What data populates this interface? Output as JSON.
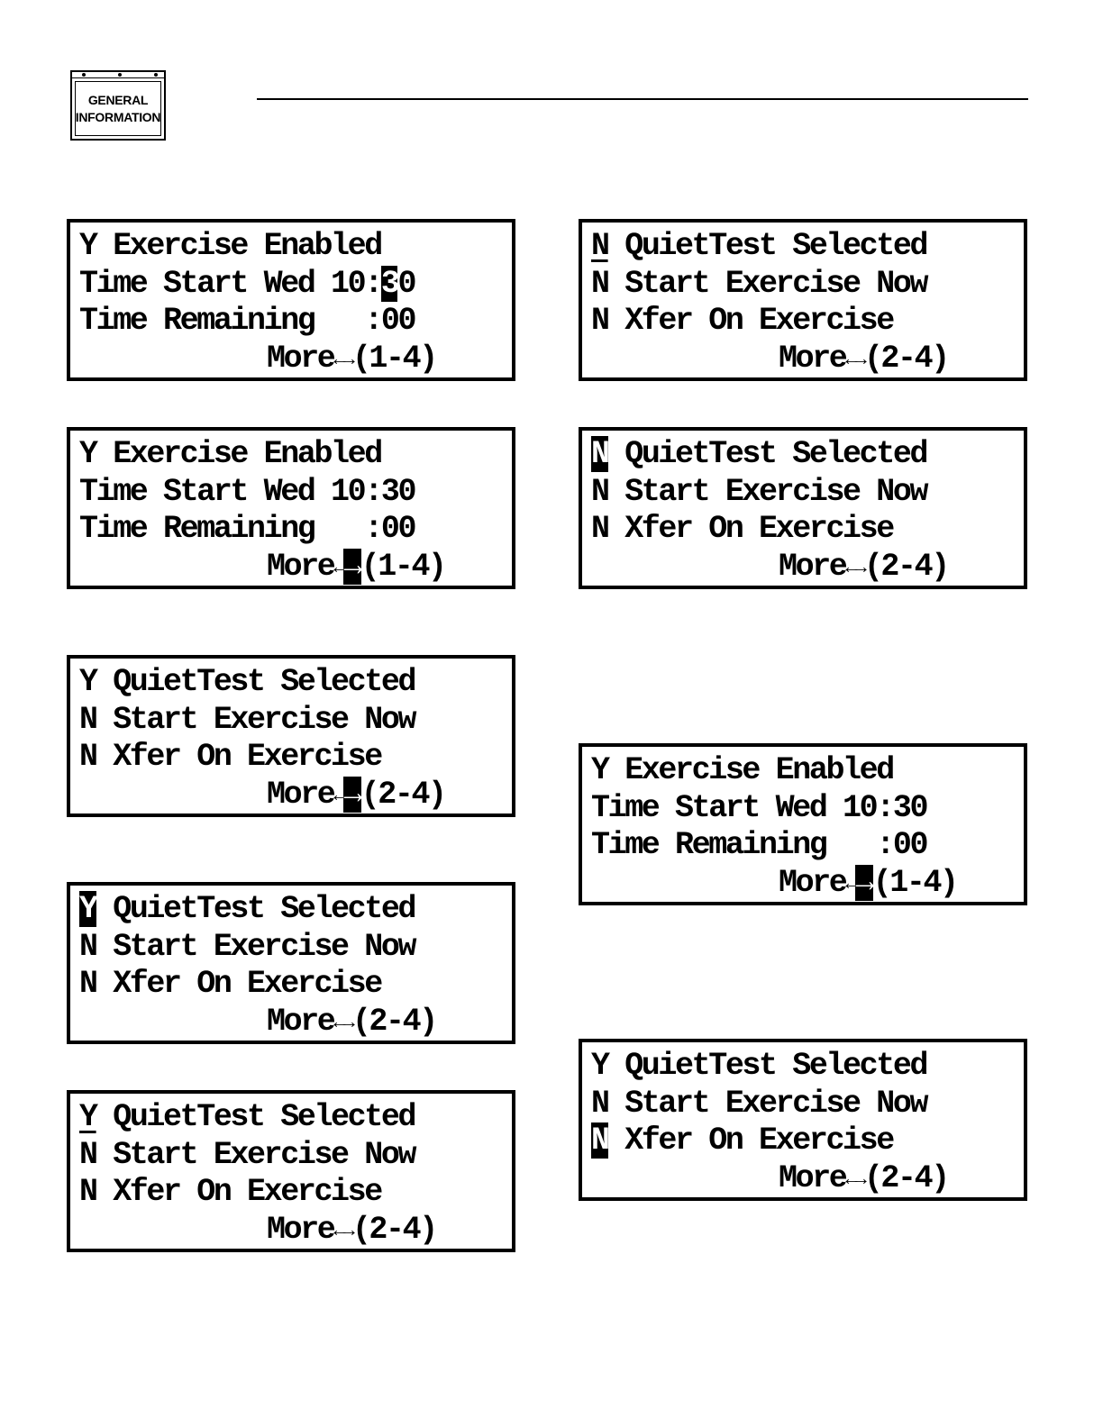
{
  "header": {
    "tab_line1": "GENERAL",
    "tab_line2": "INFORMATION"
  },
  "screens": [
    {
      "lines": [
        "Y Exercise Enabled",
        "Time Start Wed 10:30",
        "Time Remaining   :00"
      ],
      "more_label": "More",
      "arrow_left": "←",
      "arrow_right": "→",
      "page": "(1-4)"
    },
    {
      "lines": [
        "N QuietTest Selected",
        "N Start Exercise Now",
        "N Xfer On Exercise"
      ],
      "more_label": "More",
      "arrow_left": "←",
      "arrow_right": "→",
      "page": "(2-4)"
    },
    {
      "lines": [
        "Y Exercise Enabled",
        "Time Start Wed 10:30",
        "Time Remaining   :00"
      ],
      "more_label": "More",
      "arrow_left": "←",
      "arrow_right": "→",
      "page": "(1-4)"
    },
    {
      "lines": [
        "N QuietTest Selected",
        "N Start Exercise Now",
        "N Xfer On Exercise"
      ],
      "more_label": "More",
      "arrow_left": "←",
      "arrow_right": "→",
      "page": "(2-4)"
    },
    {
      "lines": [
        "Y QuietTest Selected",
        "N Start Exercise Now",
        "N Xfer On Exercise"
      ],
      "more_label": "More",
      "arrow_left": "←",
      "arrow_right": "→",
      "page": "(2-4)"
    },
    {
      "lines": [
        "Y Exercise Enabled",
        "Time Start Wed 10:30",
        "Time Remaining   :00"
      ],
      "more_label": "More",
      "arrow_left": "←",
      "arrow_right": "→",
      "page": "(1-4)"
    },
    {
      "lines": [
        "Y QuietTest Selected",
        "N Start Exercise Now",
        "N Xfer On Exercise"
      ],
      "more_label": "More",
      "arrow_left": "←",
      "arrow_right": "→",
      "page": "(2-4)"
    },
    {
      "lines": [
        "Y QuietTest Selected",
        "N Start Exercise Now",
        "N Xfer On Exercise"
      ],
      "more_label": "More",
      "arrow_left": "←",
      "arrow_right": "→",
      "page": "(2-4)"
    },
    {
      "lines": [
        "Y QuietTest Selected",
        "N Start Exercise Now",
        "N Xfer On Exercise"
      ],
      "more_label": "More",
      "arrow_left": "←",
      "arrow_right": "→",
      "page": "(2-4)"
    }
  ],
  "highlights": [
    {
      "line": 1,
      "start": 18,
      "end": 19,
      "style": "cursor"
    },
    {
      "line": 0,
      "start": 0,
      "end": 1,
      "style": "underline"
    },
    {
      "line": 3,
      "arrow": "right",
      "style": "cursor"
    },
    {
      "line": 0,
      "start": 0,
      "end": 1,
      "style": "cursor"
    },
    {
      "line": 3,
      "arrow": "right",
      "style": "cursor"
    },
    {
      "line": 3,
      "arrow": "right",
      "style": "cursor"
    },
    {
      "line": 0,
      "start": 0,
      "end": 1,
      "style": "cursor"
    },
    {
      "line": 2,
      "start": 0,
      "end": 1,
      "style": "cursor"
    },
    {
      "line": 0,
      "start": 0,
      "end": 1,
      "style": "underline"
    }
  ]
}
